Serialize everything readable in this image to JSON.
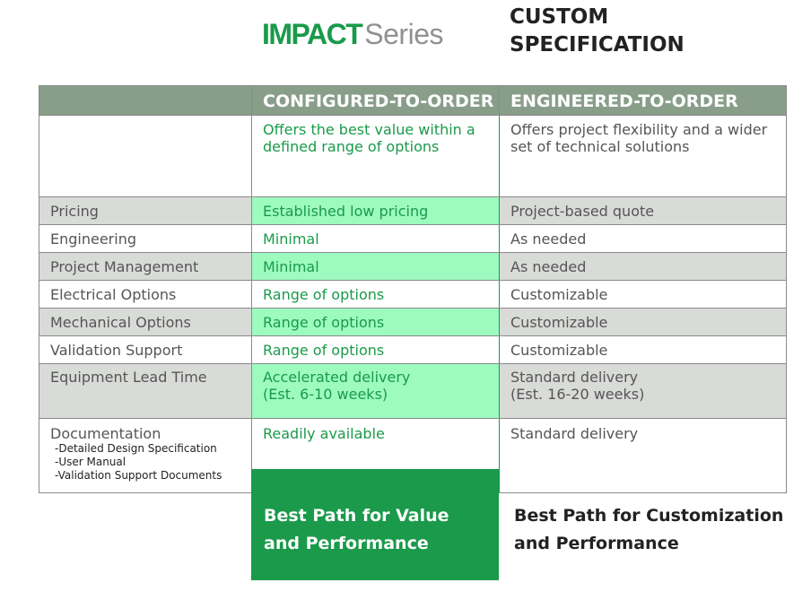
{
  "brand": {
    "part1": "IMPACT",
    "part2": "Series"
  },
  "custom_title": "CUSTOM\nSPECIFICATION",
  "table": {
    "headers": [
      "",
      "CONFIGURED-TO-ORDER",
      "ENGINEERED-TO-ORDER"
    ],
    "intro": {
      "configured": "Offers the best value within a defined range of options",
      "engineered": "Offers project flexibility and a wider set of technical solutions"
    },
    "rows": [
      {
        "label": "Pricing",
        "configured": "Established low pricing",
        "engineered": "Project-based quote"
      },
      {
        "label": "Engineering",
        "configured": "Minimal",
        "engineered": "As needed"
      },
      {
        "label": "Project Management",
        "configured": "Minimal",
        "engineered": "As needed"
      },
      {
        "label": "Electrical Options",
        "configured": "Range of options",
        "engineered": "Customizable"
      },
      {
        "label": "Mechanical Options",
        "configured": "Range of options",
        "engineered": "Customizable"
      },
      {
        "label": "Validation Support",
        "configured": "Range of options",
        "engineered": "Customizable"
      },
      {
        "label": "Equipment Lead Time",
        "configured": "Accelerated delivery\n(Est. 6-10 weeks)",
        "engineered": "Standard delivery\n(Est. 16-20 weeks)"
      }
    ],
    "documentation": {
      "label": "Documentation",
      "sub_items": [
        "-Detailed Design Specification",
        "-User Manual",
        "-Validation Support Documents"
      ],
      "configured": "Readily available",
      "engineered": "Standard delivery"
    }
  },
  "footer": {
    "configured": "Best Path for Value\nand Performance",
    "engineered": "Best Path for Customization\nand Performance"
  },
  "colors": {
    "brand_green": "#1a9a4a",
    "header_bg": "#889e89",
    "row_alt_bg": "#d9dbd8",
    "highlight_green": "#9dfbc0"
  }
}
